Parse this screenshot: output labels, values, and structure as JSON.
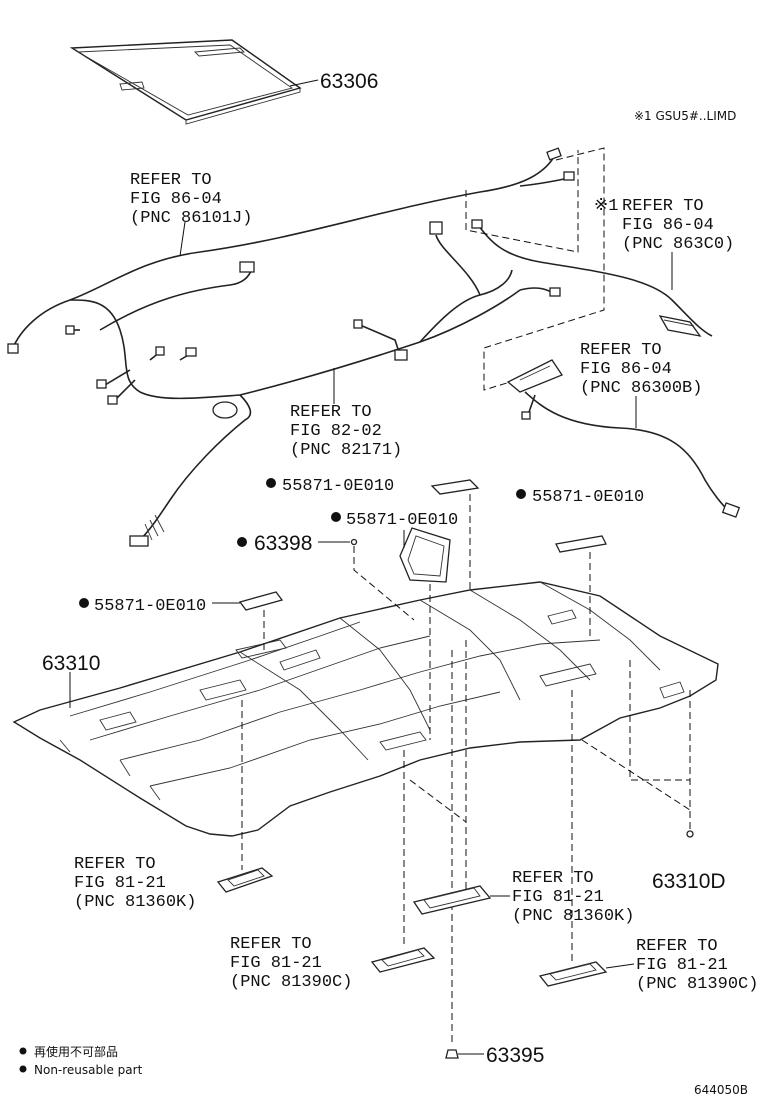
{
  "header_note": "※1 GSU5#..LIMD",
  "parts": {
    "p63306": "63306",
    "p63310": "63310",
    "p63310d": "63310D",
    "p63398": "63398",
    "p63395": "63395",
    "c1": "55871-0E010",
    "c2": "55871-0E010",
    "c3": "55871-0E010",
    "c4": "55871-0E010"
  },
  "refs": {
    "r1": [
      "REFER TO",
      "FIG 86-04",
      "(PNC 86101J)"
    ],
    "r2": [
      "REFER TO",
      "FIG 86-04",
      "(PNC 863C0)"
    ],
    "r3": [
      "REFER TO",
      "FIG 86-04",
      "(PNC 86300B)"
    ],
    "r4": [
      "REFER TO",
      "FIG 82-02",
      "(PNC 82171)"
    ],
    "r5": [
      "REFER TO",
      "FIG 81-21",
      "(PNC 81360K)"
    ],
    "r6": [
      "REFER TO",
      "FIG 81-21",
      "(PNC 81360K)"
    ],
    "r7": [
      "REFER TO",
      "FIG 81-21",
      "(PNC 81390C)"
    ],
    "r8": [
      "REFER TO",
      "FIG 81-21",
      "(PNC 81390C)"
    ]
  },
  "ref_mark": "※1",
  "bullet": "●",
  "legend": {
    "jp": "再使用不可部品",
    "en": "Non-reusable part"
  },
  "figure_code": "644050B"
}
